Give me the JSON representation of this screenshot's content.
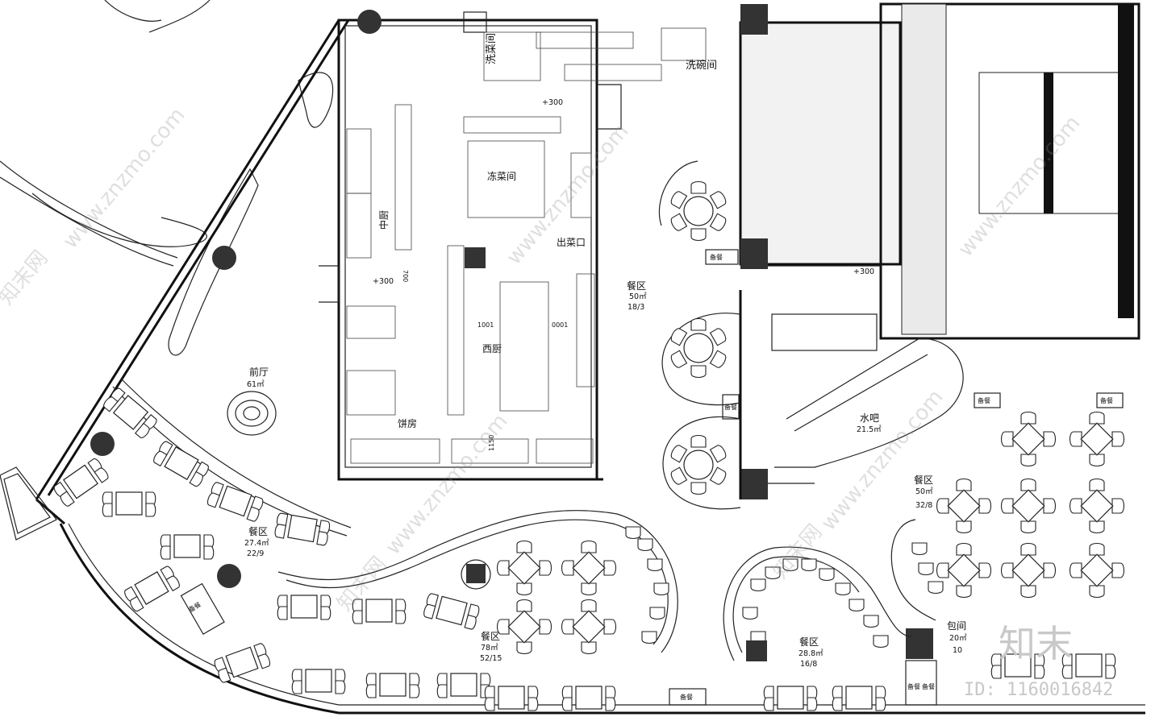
{
  "rooms": {
    "wash_room": "洗菜间",
    "dish_room": "洗碗间",
    "cold_room": "冻菜间",
    "middle_kitchen": "中厨",
    "serving_window": "出菜口",
    "western_kitchen": "西厨",
    "bakery": "饼房",
    "front_hall": "前厅",
    "front_hall_area": "61㎡",
    "water_bar": "水吧",
    "water_bar_area": "21.5㎡",
    "private_room": "包间",
    "private_room_area": "20㎡",
    "private_room_seats": "10"
  },
  "dining_zones": [
    {
      "label": "餐区",
      "area": "50㎡",
      "seats": "18/3"
    },
    {
      "label": "餐区",
      "area": "27.4㎡",
      "seats": "22/9"
    },
    {
      "label": "餐区",
      "area": "78㎡",
      "seats": "52/15"
    },
    {
      "label": "餐区",
      "area": "28.8㎡",
      "seats": "16/8"
    },
    {
      "label": "餐区",
      "area": "50㎡",
      "seats": "32/8"
    }
  ],
  "service_stations": [
    "备餐",
    "备餐",
    "备餐",
    "备餐",
    "备餐",
    "备餐",
    "备餐",
    "备餐"
  ],
  "elevations": [
    "+300",
    "+300",
    "+300"
  ],
  "dimensions": [
    "1001",
    "0001",
    "1150",
    "700"
  ],
  "watermark": {
    "brand": "知末",
    "site": "www.znzmo.com",
    "site_cn": "知末网",
    "image_id": "ID: 1160016842"
  }
}
